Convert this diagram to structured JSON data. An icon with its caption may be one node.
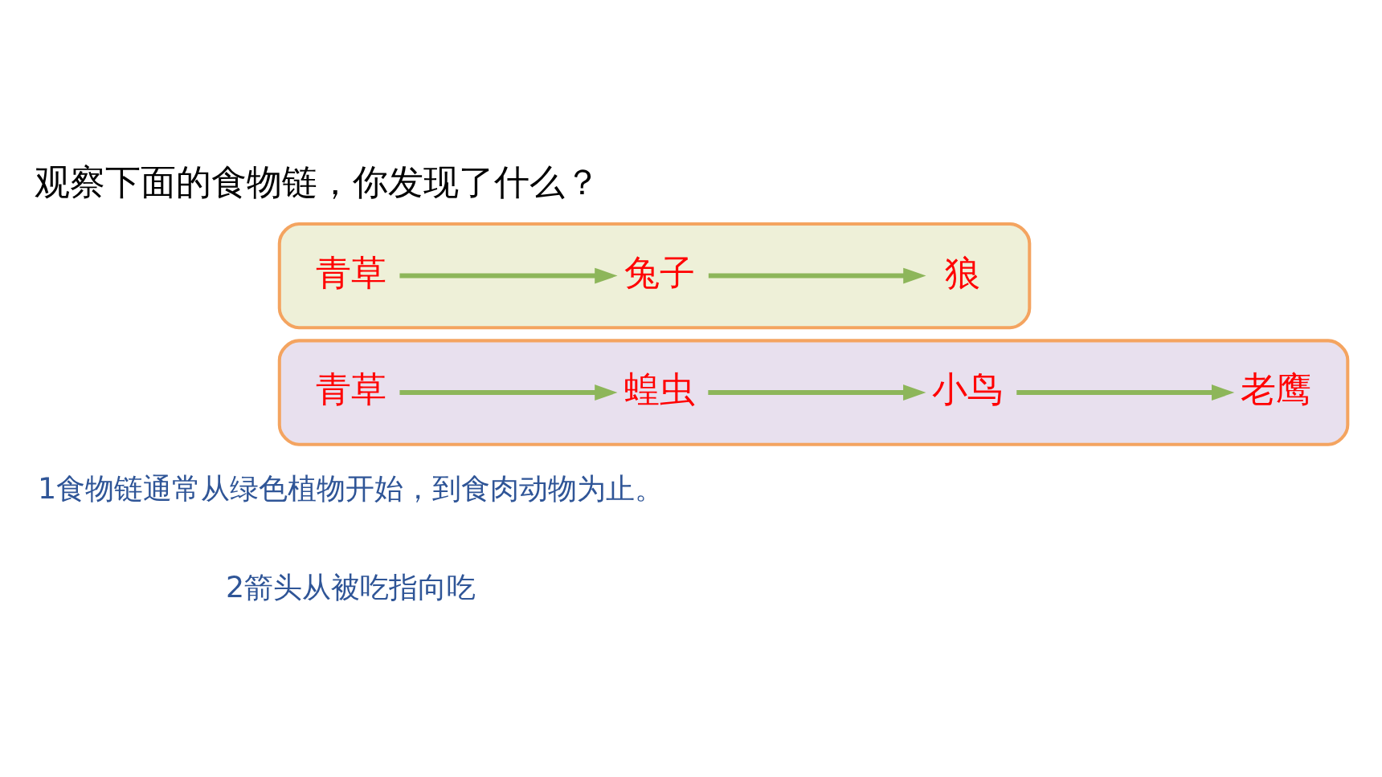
{
  "diagram": {
    "title": "观察下面的食物链，你发现了什么？",
    "nodes": [
      {
        "text": [],
        "shape": "box"
      },
      {
        "text": [
          "青草"
        ],
        "in": 0
      },
      {
        "text": [
          "兔子"
        ],
        "in": 0
      },
      {
        "text": [
          "狼"
        ],
        "in": 0
      },
      {
        "text": [],
        "shape": "box"
      },
      {
        "text": [
          "青草"
        ],
        "in": 4
      },
      {
        "text": [
          "蝗虫"
        ],
        "in": 4
      },
      {
        "text": [
          "小鸟"
        ],
        "in": 4
      },
      {
        "text": [
          "老鹰"
        ],
        "in": 4
      }
    ],
    "edges": [
      {
        "from": 1,
        "to": 2,
        "arrow": "to"
      },
      {
        "from": 2,
        "to": 3,
        "arrow": "to"
      },
      {
        "from": 5,
        "to": 6,
        "arrow": "to"
      },
      {
        "from": 6,
        "to": 7,
        "arrow": "to"
      },
      {
        "from": 7,
        "to": 8,
        "arrow": "to"
      }
    ],
    "labels": [
      "1食物链通常从绿色植物开始，到食肉动物为止。",
      "2箭头从被吃指向吃"
    ]
  }
}
